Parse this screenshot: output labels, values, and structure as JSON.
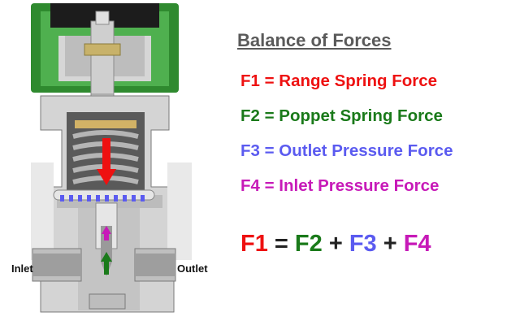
{
  "labels": {
    "inlet": "Inlet",
    "outlet": "Outlet"
  },
  "legend": {
    "heading": "Balance of Forces",
    "forces": [
      {
        "text": "F1 = Range Spring Force",
        "color": "#ee1111"
      },
      {
        "text": "F2 = Poppet Spring Force",
        "color": "#1a7a1a"
      },
      {
        "text": "F3 = Outlet Pressure Force",
        "color": "#5b5bf0"
      },
      {
        "text": "F4 = Inlet Pressure Force",
        "color": "#c71ab8"
      }
    ]
  },
  "equation": {
    "terms": [
      "F1",
      "F2",
      "F3",
      "F4"
    ],
    "operators": [
      "=",
      "+",
      "+"
    ]
  },
  "colors": {
    "bonnet_green": "#2f8a2f",
    "body_gray": "#d4d4d4",
    "dark_gray": "#8c8c8c",
    "range_arrow": "#ee1111",
    "inlet_arrow": "#1a7a1a",
    "outlet_arrow": "#5b5bf0",
    "poppet_arrow": "#c71ab8"
  }
}
